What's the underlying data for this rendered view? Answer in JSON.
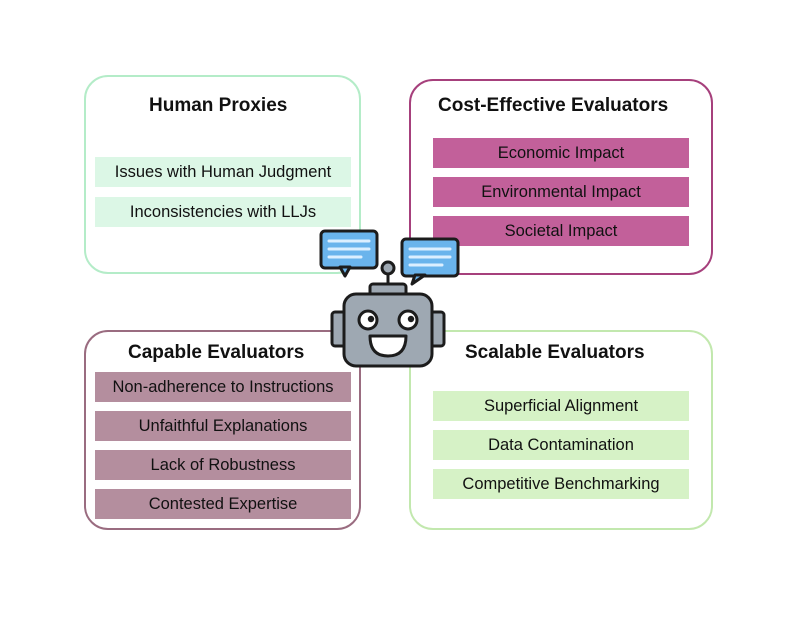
{
  "colors": {
    "human_border": "#b4ecc8",
    "human_item": "#dcf7e6",
    "cost_border": "#a6407c",
    "cost_item": "#c2609a",
    "capable_border": "#9a6c80",
    "capable_item": "#b48e9e",
    "scalable_border": "#c2e8ae",
    "scalable_item": "#d6f2c6",
    "robot_body": "#9ea8b2",
    "robot_outline": "#1c1c1c",
    "bubble_fill": "#6ab4ec",
    "bubble_lines": "#dcefff"
  },
  "diagram": {
    "human_proxies": {
      "title": "Human Proxies",
      "items": [
        "Issues with Human Judgment",
        "Inconsistencies with LLJs"
      ]
    },
    "cost_effective": {
      "title": "Cost-Effective Evaluators",
      "items": [
        "Economic Impact",
        "Environmental Impact",
        "Societal Impact"
      ]
    },
    "capable": {
      "title": "Capable Evaluators",
      "items": [
        "Non-adherence to Instructions",
        "Unfaithful Explanations",
        "Lack of Robustness",
        "Contested Expertise"
      ]
    },
    "scalable": {
      "title": "Scalable Evaluators",
      "items": [
        "Superficial Alignment",
        "Data Contamination",
        "Competitive Benchmarking"
      ]
    }
  },
  "robot": {
    "icon": "robot-icon",
    "bubbles": [
      "speech-bubble-icon",
      "speech-bubble-icon"
    ]
  }
}
